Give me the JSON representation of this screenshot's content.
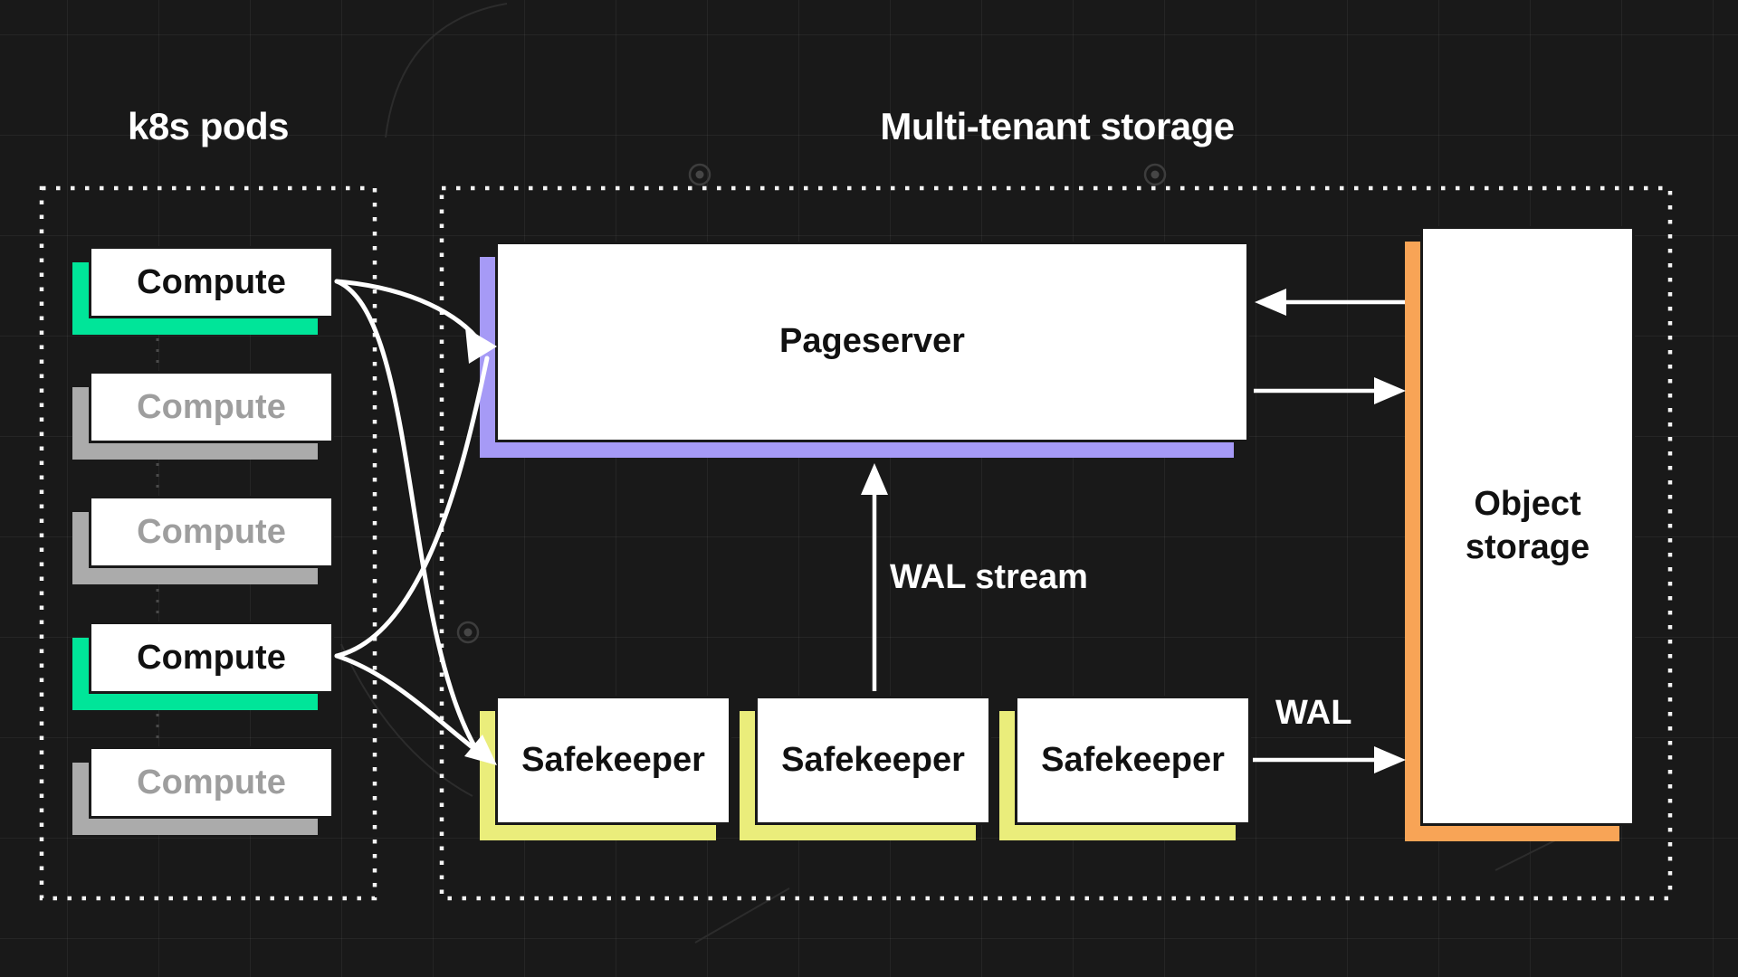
{
  "panels": {
    "k8s": {
      "title": "k8s pods"
    },
    "storage": {
      "title": "Multi-tenant storage"
    }
  },
  "compute_pods": [
    {
      "label": "Compute",
      "state": "active"
    },
    {
      "label": "Compute",
      "state": "inactive"
    },
    {
      "label": "Compute",
      "state": "inactive"
    },
    {
      "label": "Compute",
      "state": "active"
    },
    {
      "label": "Compute",
      "state": "inactive"
    }
  ],
  "storage_nodes": {
    "pageserver": {
      "label": "Pageserver"
    },
    "safekeepers": [
      {
        "label": "Safekeeper"
      },
      {
        "label": "Safekeeper"
      },
      {
        "label": "Safekeeper"
      }
    ],
    "object_storage": {
      "label": "Object storage"
    }
  },
  "annotations": {
    "wal_stream": "WAL stream",
    "wal": "WAL"
  },
  "colors": {
    "background": "#191919",
    "box_fill": "#ffffff",
    "active_accent_green": "#00e599",
    "inactive_accent_gray": "#ababab",
    "pageserver_accent_purple": "#a69af6",
    "safekeeper_accent_yellow": "#eaed7b",
    "object_storage_accent_orange": "#f8a456",
    "arrow": "#ffffff",
    "active_text": "#111111",
    "inactive_text": "#9e9e9e",
    "title_text": "#ffffff"
  }
}
